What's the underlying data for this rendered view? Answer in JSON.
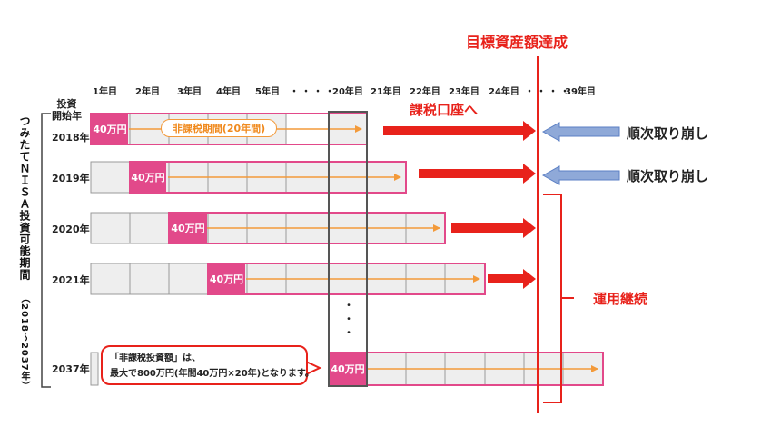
{
  "header": {
    "goal_label": "目標資産額達成"
  },
  "years": {
    "y1": "1年目",
    "y2": "2年目",
    "y3": "3年目",
    "y4": "4年目",
    "y5": "5年目",
    "dots": "・・・・",
    "y20": "20年目",
    "y21": "21年目",
    "y22": "22年目",
    "y23": "23年目",
    "y24": "24年目",
    "dots2": "・・・・",
    "y39": "39年目"
  },
  "side": {
    "start_year_label": "投資\n開始年",
    "vertical_title": "つみたてＮＩＳＡ投資可能期間",
    "vertical_range": "（2018〜2037年）"
  },
  "rows": [
    {
      "year": "2018年",
      "amount": "40万円"
    },
    {
      "year": "2019年",
      "amount": "40万円"
    },
    {
      "year": "2020年",
      "amount": "40万円"
    },
    {
      "year": "2021年",
      "amount": "40万円"
    },
    {
      "year": "2037年",
      "amount": "40万円"
    }
  ],
  "labels": {
    "tax_free_period": "非課税期間(20年間)",
    "taxable_account": "課税口座へ",
    "sequential_withdrawal_1": "順次取り崩し",
    "sequential_withdrawal_2": "順次取り崩し",
    "continued_management": "運用継続",
    "vertical_dots": "・・・"
  },
  "callout": {
    "line1": "「非課税投資額」は、",
    "line2": "最大で800万円(年間40万円×20年)となります。"
  },
  "colors": {
    "pink": "#e2498a",
    "orange": "#f39a3a",
    "red": "#e8221b",
    "blue": "#8fa9d8",
    "cell": "#eeeeee"
  }
}
